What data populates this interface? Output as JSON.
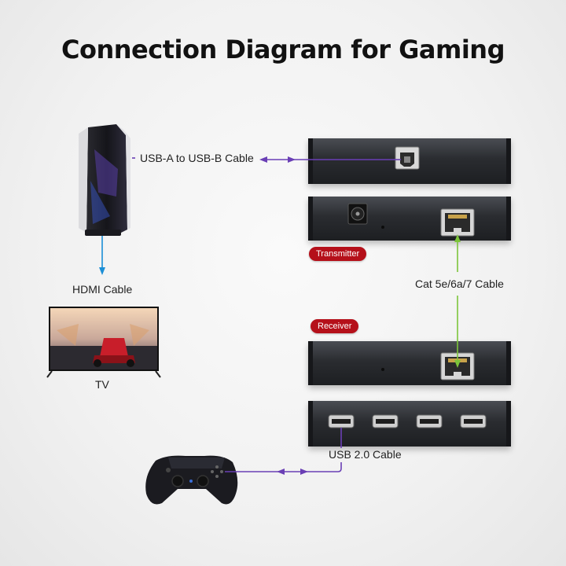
{
  "title": "Connection Diagram for Gaming",
  "labels": {
    "usb_ab": "USB-A to USB-B Cable",
    "hdmi": "HDMI Cable",
    "tv": "TV",
    "cat": "Cat 5e/6a/7 Cable",
    "usb2": "USB 2.0 Cable"
  },
  "badges": {
    "transmitter": "Transmitter",
    "receiver": "Receiver"
  },
  "colors": {
    "purple_arrow": "#6a3fb5",
    "blue_arrow": "#1c8fd6",
    "green_arrow": "#7cc43a",
    "badge_red": "#b5101a"
  },
  "icons": [
    "console-icon",
    "tv-icon",
    "controller-icon",
    "usb-b-port-icon",
    "rj45-port-icon",
    "usb-a-port-icon",
    "dc-power-jack-icon"
  ]
}
